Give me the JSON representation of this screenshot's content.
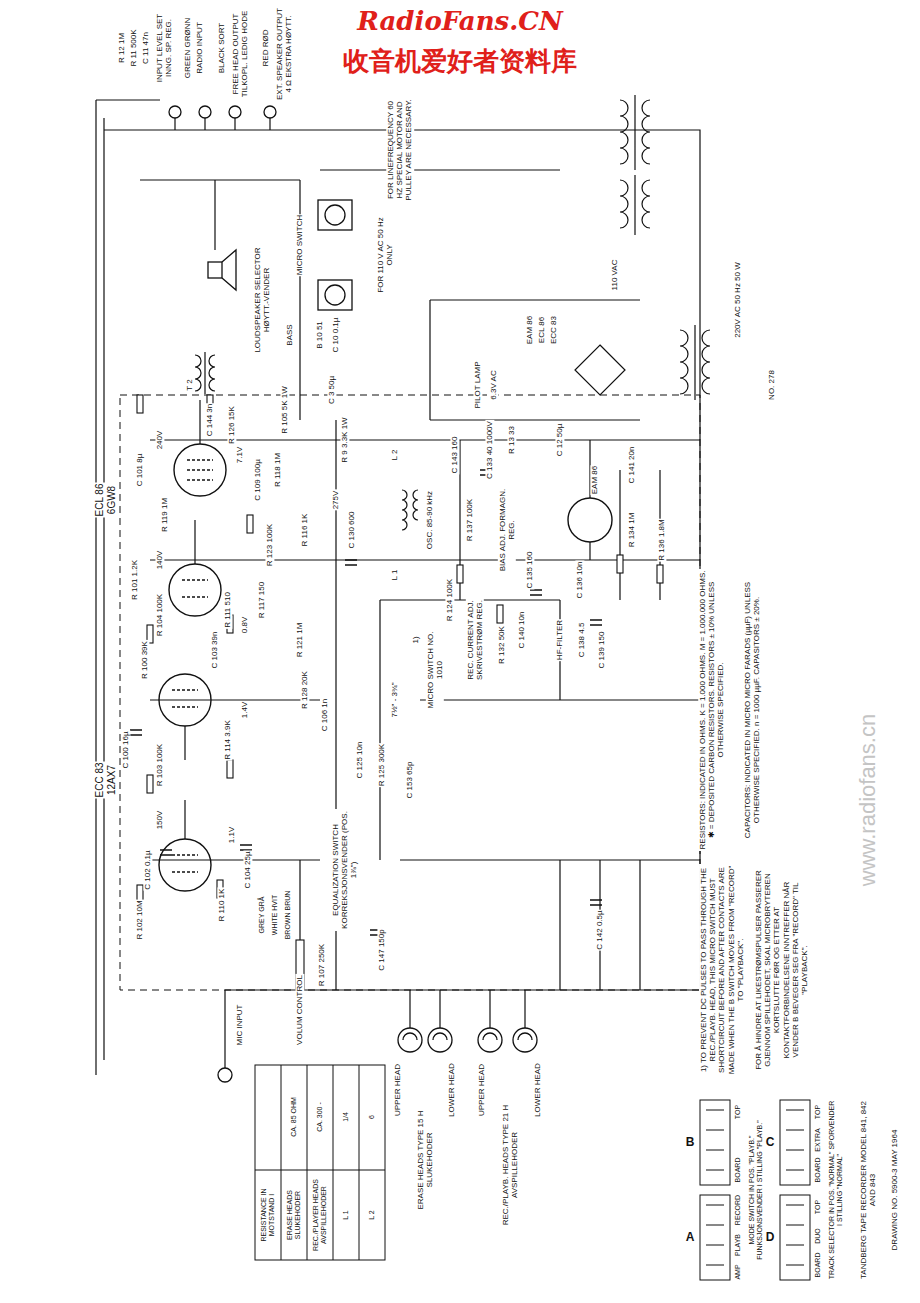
{
  "diagram": {
    "title": "TANDBERG TAPE RECORDER MODEL 841, 842 AND 843",
    "labels": [
      "RadioFans.CN",
      "收音机爱好者资料库",
      "www.radiofans.cn",
      "R 12 1M",
      "R 11 500K",
      "C 11 47n",
      "INPUT LEVEL SET INNG. SP. REG.",
      "GREEN GRØNN",
      "RADIO INPUT",
      "BLACK SORT",
      "FREE HEAD OUTPUT TILKOPL. LEDIG HODE",
      "RED RØD",
      "EXT. SPEAKER OUTPUT 4 Ω EKSTRA HØYTT.",
      "FOR LINEFREQUENCY 60 HZ SPECIAL MOTOR AND PULLEY ARE NECESSARY.",
      "FOR 110 V AC 50 Hz ONLY",
      "MICRO SWITCH",
      "110 VAC",
      "LOUDSPEAKER SELECTOR HØYTT.-VENDER",
      "BASS",
      "T 2",
      "B 10 51",
      "C 10 0.1µ",
      "C 3 50µ",
      "R 9 3.3K 1W",
      "EAM 86",
      "ECL 86",
      "ECC 83",
      "PILOT LAMP",
      "6.3V AC",
      "R 13 33",
      "C 12 50µ",
      "220V AC 50 Hz 50 W",
      "NO. 278",
      "ECL 86",
      "6GW8",
      "ECC 83",
      "12AX7",
      "R 105 5K 1W",
      "C 144 3n",
      "R 126 15K",
      "240V",
      "C 101 8µ",
      "7.1V",
      "C 109 100µ",
      "R 118 1M",
      "R 116 1K",
      "R 119 1M",
      "R 123 100K",
      "140V",
      "R 101 1.2K",
      "R 104 100K",
      "R 111 510",
      "0.8V",
      "R 117 150",
      "C 103 39n",
      "R 100 39K",
      "R 121 1M",
      "R 114 3.9K",
      "1.4V",
      "C 100 16µ",
      "R 103 100K",
      "150V",
      "1.1V",
      "C 102 0.1µ",
      "C 104 25µ",
      "R 102 10M",
      "R 110 1K",
      "275V",
      "C 130 600",
      "L 2",
      "L 1",
      "OSC. 85-90 kHz",
      "C 143 160",
      "R 137 100K",
      "C 133 40 1000V",
      "BIAS ADJ. FORMAGN. REG.",
      "C 135 160",
      "EAM 86",
      "C 141 20n",
      "R 134 1M",
      "R 136 1.8M",
      "C 136 10n",
      "R 124 100K",
      "REC. CURRENT ADJ. SKRIVESTRØM REG.",
      "R 132 50K",
      "C 140 10n",
      "HF-FILTER",
      "C 138 4.5",
      "C 139 150",
      "MICRO SWITCH NO. 1010",
      "1)",
      "7½\" - 3¾\"",
      "R 128 20K",
      "C 106 1n",
      "C 125 10n",
      "R 125 300K",
      "C 153 65p",
      "EQUALIZATION SWITCH KORREKSJONSVENDER (POS. 1⅞\")",
      "C 147 150p",
      "C 142 0.5µ",
      "GREY GRÅ",
      "WHITE HVIT",
      "BROWN BRUN",
      "R 107 250K",
      "VOLUM CONTROL",
      "MIC INPUT",
      "UPPER HEAD",
      "LOWER HEAD",
      "ERASE HEADS TYPE 15 H SLUKEHODER",
      "UPPER HEAD",
      "LOWER HEAD",
      "REC./PLAYB. HEADS TYPE 21 H AVSPILLEHODER",
      "RESISTANCE IN MOTSTAND I",
      "ERASE HEADS SLUKEHODER",
      "CA. 85 OHM",
      "REC./PLAYER HEADS AVSPILLEHODER",
      "CA. 300 -",
      "L 1",
      "1/4",
      "L 2",
      "6",
      "RESISTORS: INDICATED IN OHMS. K = 1.000 OHMS. M = 1.000.000 OHMS. ✱ = DEPOSITED CARBON RESISTORS. RESISTORS ± 10% UNLESS OTHERWISE SPECIFIED.",
      "CAPACITORS: INDICATED IN MICRO MICRO FARADS (µµF) UNLESS OTHERWISE SPECIFIED. n = 1000 µµF. CAPASITORS ± 20%.",
      "1) TO PREVENT DC PULSES TO PASS THROUGH THE REC./PLAYB. HEAD, THIS MICRO SWITCH MUST SHORTCIRCUIT BEFORE AND AFTER CONTACTS ARE MADE WHEN THE B SWITCH MOVES FROM \"RECORD\" TO \"PLAYBACK\".",
      "FOR Å HINDRE AT LIKESTRØMSPULSER PASSERER GJENNOM SPILLEHODET, SKAL MICROBRYTEREN KORTSLUTTE FØR OG ETTER AT KONTAKTFORBINDELSENE INNTREFFER NÅR VENDER B BEVEGER SEG FRA \"RECORD\" TIL \"PLAYBACK\".",
      "A",
      "B",
      "C",
      "D",
      "RECORD",
      "PLAYB",
      "AMP",
      "TOP",
      "BOARD",
      "TOP",
      "EXTRA",
      "BOARD",
      "TOP",
      "DUO",
      "BOARD",
      "MODE SWITCH IN POS. \"PLAYB.\" FUNKSJONSVENDER I STILLING \"PLAYB.\"",
      "TRACK SELECTOR IN POS. \"NORMAL\" SPORVENDER I STILLING \"NORMAL\"",
      "DRAWING NO. 5900-3 MAY 1964"
    ]
  }
}
